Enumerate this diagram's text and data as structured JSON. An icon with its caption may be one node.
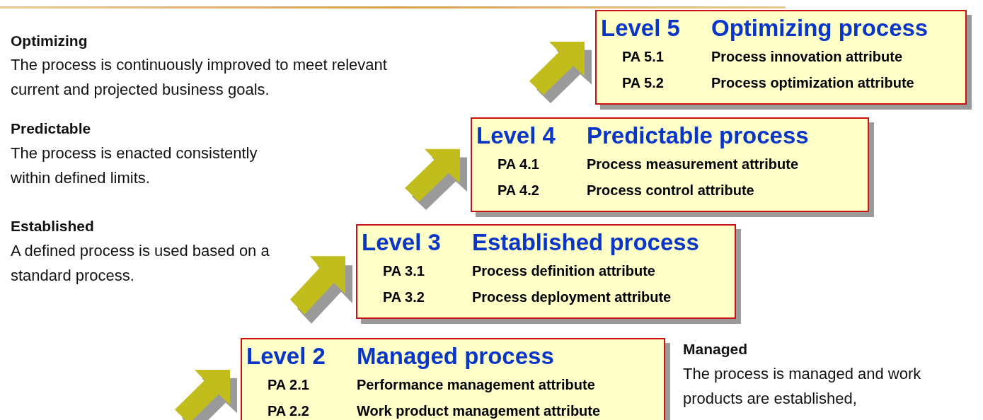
{
  "diagram": {
    "nodes": [
      {
        "text": [
          "Level 5",
          "Optimizing process",
          "PA 5.1",
          "Process innovation attribute",
          "PA 5.2",
          "Process optimization attribute"
        ]
      },
      {
        "text": [
          "Level 4",
          "Predictable process",
          "PA 4.1",
          "Process measurement attribute",
          "PA 4.2",
          "Process control attribute"
        ]
      },
      {
        "text": [
          "Level 3",
          "Established process",
          "PA 3.1",
          "Process definition attribute",
          "PA 3.2",
          "Process deployment attribute"
        ]
      },
      {
        "text": [
          "Level 2",
          "Managed process",
          "PA 2.1",
          "Performance management attribute",
          "PA 2.2",
          "Work product management attribute"
        ]
      }
    ],
    "edges": [
      {
        "from": 1,
        "to": 0,
        "arrow": "to",
        "style": "thick"
      },
      {
        "from": 2,
        "to": 1,
        "arrow": "to",
        "style": "thick"
      },
      {
        "from": 3,
        "to": 2,
        "arrow": "to",
        "style": "thick"
      },
      {
        "from": null,
        "to": 3,
        "arrow": "to",
        "style": "thick"
      }
    ],
    "labels": [
      "Optimizing",
      "The process is continuously improved to meet relevant current and projected business goals.",
      "Predictable",
      "The process is enacted consistently within defined limits.",
      "Established",
      "A defined process is used based on a standard process.",
      "Managed",
      "The process is managed and work products are established,"
    ]
  }
}
